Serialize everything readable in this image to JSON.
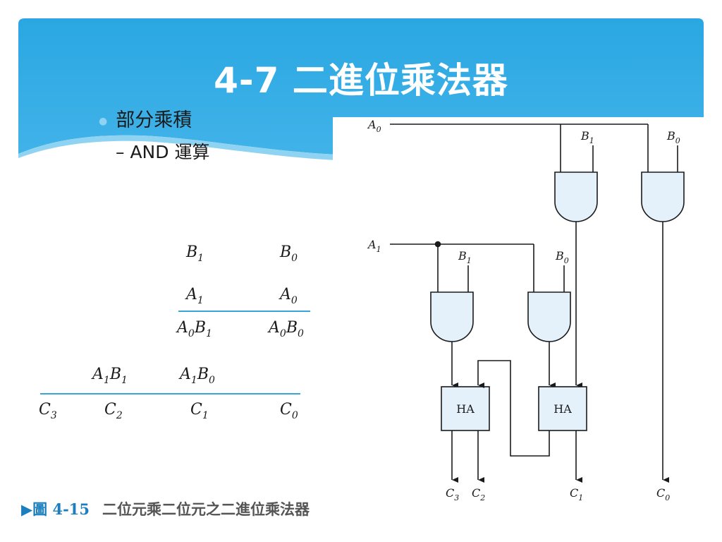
{
  "title": "4-7 二進位乘法器",
  "bullets": {
    "level1": "部分乘積",
    "level2": "– AND 運算"
  },
  "multiplication": {
    "row1": [
      {
        "base": "B",
        "sub": "1"
      },
      {
        "base": "B",
        "sub": "0"
      }
    ],
    "row2": [
      {
        "base": "A",
        "sub": "1"
      },
      {
        "base": "A",
        "sub": "0"
      }
    ],
    "row3": [
      {
        "t1": "A",
        "s1": "0",
        "t2": "B",
        "s2": "1"
      },
      {
        "t1": "A",
        "s1": "0",
        "t2": "B",
        "s2": "0"
      }
    ],
    "row4": [
      {
        "t1": "A",
        "s1": "1",
        "t2": "B",
        "s2": "1"
      },
      {
        "t1": "A",
        "s1": "1",
        "t2": "B",
        "s2": "0"
      }
    ],
    "result": [
      {
        "base": "C",
        "sub": "3"
      },
      {
        "base": "C",
        "sub": "2"
      },
      {
        "base": "C",
        "sub": "1"
      },
      {
        "base": "C",
        "sub": "0"
      }
    ]
  },
  "circuit": {
    "input_a0": {
      "base": "A",
      "sub": "0"
    },
    "input_a1": {
      "base": "A",
      "sub": "1"
    },
    "gate_inputs": {
      "g1_b": {
        "base": "B",
        "sub": "1"
      },
      "g2_b": {
        "base": "B",
        "sub": "0"
      },
      "g3_b": {
        "base": "B",
        "sub": "1"
      },
      "g4_b": {
        "base": "B",
        "sub": "0"
      }
    },
    "half_adder_label": "HA",
    "outputs": {
      "c3": {
        "base": "C",
        "sub": "3"
      },
      "c2": {
        "base": "C",
        "sub": "2"
      },
      "c1": {
        "base": "C",
        "sub": "1"
      },
      "c0": {
        "base": "C",
        "sub": "0"
      }
    }
  },
  "caption": {
    "marker": "▶",
    "figure_number": "圖 4-15",
    "text": "二位元乘二位元之二進位乘法器"
  },
  "colors": {
    "header_blue": "#2aa7e2",
    "header_light": "#6dc7f0",
    "rule_blue": "#3aa6d8",
    "gate_fill": "#e4f1fb",
    "caption_blue": "#1b7fbf"
  }
}
